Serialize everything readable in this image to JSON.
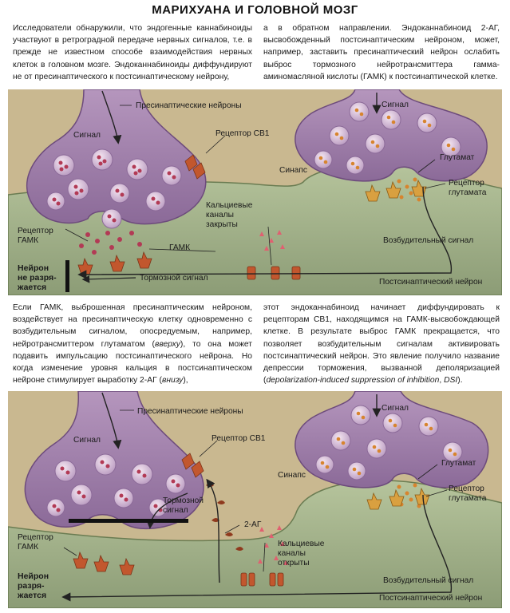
{
  "title": "МАРИХУАНА И ГОЛОВНОЙ МОЗГ",
  "text": {
    "p1_left": "Исследователи обнаружили, что эндогенные каннабиноиды участвуют в ретроградной передаче нервных сигналов, т.е. в прежде не известном способе взаимодействия нервных клеток в головном мозге. Эндоканнабиноиды диффундируют не от пресинаптического к постсинаптическому нейрону,",
    "p1_right": "а в обратном направлении. Эндоканнабиноид 2-АГ, высвобожденный постсинаптическим нейроном, может, например, заставить пресинаптический нейрон ослабить выброс тормозного нейротрансмиттера гамма-аминомасляной кислоты (ГАМК) к постсинаптической клетке.",
    "p2_left_a": "Если ГАМК, выброшенная пресинаптическим нейроном, воздействует на пресинаптическую клетку одновременно с возбудительным сигналом, опосредуемым, например, нейротрансмиттером глутаматом (",
    "p2_left_em1": "вверху",
    "p2_left_b": "), то она может подавить импульсацию постсинаптического нейрона. Но когда изменение уровня кальция в постсинаптическом нейроне стимулирует выработку 2-АГ (",
    "p2_left_em2": "внизу",
    "p2_left_c": "),",
    "p2_right_a": "этот эндоканнабиноид начинает диффундировать к рецепторам CB1, находящимся на ГАМК-высвобождающей клетке. В результате выброс ГАМК прекращается, что позволяет возбудительным сигналам активировать постсинаптический нейрон. Это явление получило название депрессии торможения, вызванной деполяризацией (",
    "p2_right_em": "depolarization-induced suppression of inhibition",
    "p2_right_sep": ", ",
    "p2_right_em2": "DSI",
    "p2_right_b": ")."
  },
  "panel1": {
    "presynaptic": "Пресинаптические нейроны",
    "signal_left": "Сигнал",
    "signal_right": "Сигнал",
    "cb1_receptor": "Рецептор CB1",
    "glutamate": "Глутамат",
    "synapse": "Синапс",
    "glutamate_receptor": "Рецептор\nглутамата",
    "calcium_channels": "Кальциевые\nканалы\nзакрыты",
    "gaba_receptor": "Рецептор\nГАМК",
    "gaba": "ГАМК",
    "neuron_state": "Нейрон\nне разря-\nжается",
    "inhibitory_signal": "Тормозной сигнал",
    "excitatory_signal": "Возбудительный сигнал",
    "postsynaptic": "Постсинаптический нейрон"
  },
  "panel2": {
    "presynaptic": "Пресинаптические нейроны",
    "signal_left": "Сигнал",
    "signal_right": "Сигнал",
    "cb1_receptor": "Рецептор CB1",
    "glutamate": "Глутамат",
    "synapse": "Синапс",
    "glutamate_receptor": "Рецептор\nглутамата",
    "inhibitory_signal": "Тормозной\nсигнал",
    "two_ag": "2-АГ",
    "calcium_channels": "Кальциевые\nканалы\nоткрыты",
    "gaba_receptor": "Рецептор\nГАМК",
    "neuron_state": "Нейрон\nразря-\nжается",
    "excitatory_signal": "Возбудительный сигнал",
    "postsynaptic": "Постсинаптический нейрон"
  },
  "colors": {
    "panel_bg": "#c9b890",
    "presynaptic_fill": "#9b7aa6",
    "postsynaptic_fill": "#9fae86",
    "vesicle_gaba": "#b23a55",
    "vesicle_glutamate": "#d7842e",
    "receptor": "#b8572f",
    "ag": "#8f3a1e"
  }
}
